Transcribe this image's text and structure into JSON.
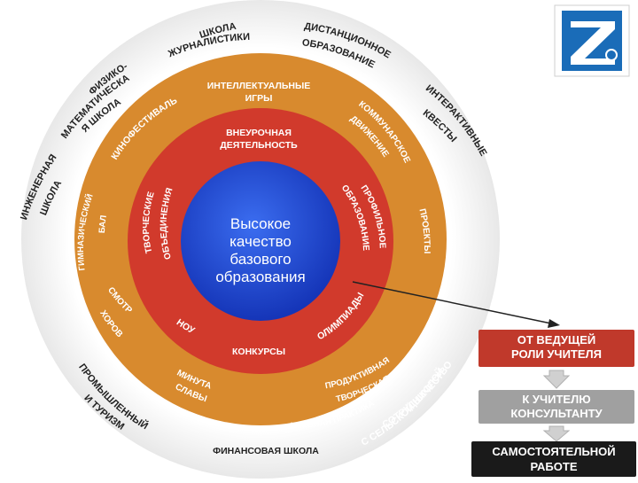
{
  "colors": {
    "outer_ring": "#ffffff",
    "ring_orange": "#d88a2e",
    "ring_red": "#d13a2c",
    "core_blue": "#1f4fd6",
    "logo_bg": "#1a6cb8",
    "box_red": "#c0392b",
    "box_gray": "#a0a0a0",
    "box_black": "#1a1a1a",
    "arrow": "#c0392b"
  },
  "logo": {
    "icon": "z-logo-icon"
  },
  "diagram": {
    "core_lines": [
      "Высокое",
      "качество",
      "базового",
      "образования"
    ],
    "red_ring": {
      "vneurochnaya": [
        "ВНЕУРОЧНАЯ",
        "ДЕЯТЕЛЬНОСТЬ"
      ],
      "tvorcheskie": [
        "ТВОРЧЕСКИЕ",
        "ОБЪЕДИНЕНИЯ"
      ],
      "profilnoe": [
        "ПРОФИЛЬНОЕ",
        "ОБРАЗОВАНИЕ"
      ],
      "olimpiady": "ОЛИМПИАДЫ",
      "nou": "НОУ",
      "konkursy": "КОНКУРСЫ"
    },
    "orange_ring": {
      "intellektualnye": [
        "ИНТЕЛЛЕКТУАЛЬНЫЕ",
        "ИГРЫ"
      ],
      "kommunarskoe": [
        "КОММУНАРСКОЕ",
        "ДВИЖЕНИЕ"
      ],
      "kinofestival": "КИНОФЕСТИВАЛЬ",
      "gimnazicheskiy": [
        "ГИМНАЗИЧЕСКИЙ",
        "БАЛ"
      ],
      "proekty": "ПРОЕКТЫ",
      "smotr": [
        "СМОТР",
        "ХОРОВ"
      ],
      "minuta": [
        "МИНУТА",
        "СЛАВЫ"
      ],
      "produktivnaya": [
        "ПРОДУКТИВНАЯ",
        "ТВОРЧЕСКАЯ",
        "УЧЕБНАЯ ПРАКТИКА"
      ]
    },
    "outer_ring": {
      "shkola_zhurnalistiki": [
        "ШКОЛА",
        "ЖУРНАЛИСТИКИ"
      ],
      "distantsionnoe": [
        "ДИСТАНЦИОННОЕ",
        "ОБРАЗОВАНИЕ"
      ],
      "fiziko": [
        "ФИЗИКО-",
        "МАТЕМАТИЧЕСКА",
        "Я ШКОЛА"
      ],
      "interaktivnye": [
        "ИНТЕРАКТИВНЫЕ",
        "КВЕСТЫ"
      ],
      "inzhenernaya": [
        "ИНЖЕНЕРНАЯ",
        "ШКОЛА"
      ],
      "promyshlennyy": [
        "ПРОМЫШЛЕННЫЙ",
        "И ТУРИЗМ"
      ],
      "sotrudnichestvo": [
        "СОТРУДНИЧЕСТВО",
        "С СЕЛЬСКОЙ ШКОЛОЙ"
      ],
      "finansovaya": "ФИНАНСОВАЯ ШКОЛА"
    }
  },
  "flow": {
    "box1": [
      "ОТ ВЕДУЩЕЙ",
      "РОЛИ УЧИТЕЛЯ"
    ],
    "box2": [
      "К УЧИТЕЛЮ",
      "КОНСУЛЬТАНТУ"
    ],
    "box3": [
      "САМОСТОЯТЕЛЬНОЙ",
      "РАБОТЕ"
    ]
  }
}
